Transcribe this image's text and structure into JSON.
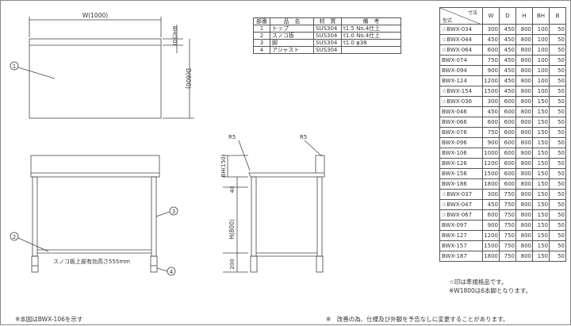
{
  "dimensions": {
    "width_label": "W(1000)",
    "bh_label": "BH(50)",
    "depth_label": "D(600)",
    "bh150_label": "BH(150)",
    "h40_label": "40",
    "height_label": "H(800)",
    "h200_label": "200",
    "r5_left": "R5",
    "r5_right": "R5"
  },
  "callouts": [
    "1",
    "2",
    "3",
    "4"
  ],
  "shelf_note": "スノコ板上部有効高さ555mm",
  "parts_table": {
    "headers": [
      "部番",
      "品　名",
      "材　質",
      "備　考"
    ],
    "rows": [
      [
        "1",
        "トップ",
        "SUS304",
        "t1.5 No.4仕上"
      ],
      [
        "2",
        "スノコ板",
        "SUS304",
        "t1.0 No.4仕上"
      ],
      [
        "3",
        "脚",
        "SUS304",
        "t1.0 φ38"
      ],
      [
        "4",
        "アジャスト",
        "SUS304",
        ""
      ]
    ]
  },
  "model_table": {
    "corner_top": "寸法",
    "corner_bottom": "型式",
    "headers": [
      "W",
      "D",
      "H",
      "BH",
      "B"
    ],
    "rows": [
      [
        "☆BWX-034",
        "300",
        "450",
        "800",
        "100",
        "50"
      ],
      [
        "☆BWX-044",
        "450",
        "450",
        "800",
        "100",
        "50"
      ],
      [
        "☆BWX-064",
        "600",
        "450",
        "800",
        "100",
        "50"
      ],
      [
        "BWX-074",
        "750",
        "450",
        "800",
        "100",
        "50"
      ],
      [
        "BWX-094",
        "900",
        "450",
        "800",
        "100",
        "50"
      ],
      [
        "BWX-124",
        "1200",
        "450",
        "800",
        "100",
        "50"
      ],
      [
        "☆BWX-154",
        "1500",
        "450",
        "800",
        "100",
        "50"
      ],
      [
        "☆BWX-036",
        "300",
        "600",
        "800",
        "150",
        "50"
      ],
      [
        "BWX-046",
        "450",
        "600",
        "800",
        "150",
        "50"
      ],
      [
        "BWX-066",
        "600",
        "600",
        "800",
        "150",
        "50"
      ],
      [
        "BWX-076",
        "750",
        "600",
        "800",
        "150",
        "50"
      ],
      [
        "BWX-096",
        "900",
        "600",
        "800",
        "150",
        "50"
      ],
      [
        "BWX-106",
        "1000",
        "600",
        "800",
        "150",
        "50"
      ],
      [
        "BWX-126",
        "1200",
        "600",
        "800",
        "150",
        "50"
      ],
      [
        "BWX-156",
        "1500",
        "600",
        "800",
        "150",
        "50"
      ],
      [
        "BWX-186",
        "1800",
        "600",
        "800",
        "150",
        "50"
      ],
      [
        "☆BWX-037",
        "300",
        "750",
        "800",
        "150",
        "50"
      ],
      [
        "☆BWX-047",
        "450",
        "750",
        "800",
        "150",
        "50"
      ],
      [
        "☆BWX-067",
        "600",
        "750",
        "800",
        "150",
        "50"
      ],
      [
        "BWX-097",
        "900",
        "750",
        "800",
        "150",
        "50"
      ],
      [
        "BWX-127",
        "1200",
        "750",
        "800",
        "150",
        "50"
      ],
      [
        "BWX-157",
        "1500",
        "750",
        "800",
        "150",
        "50"
      ],
      [
        "BWX-187",
        "1800",
        "750",
        "800",
        "150",
        "50"
      ]
    ]
  },
  "notes": {
    "mark_note": "☆印は準規格品です。",
    "w1800_note": "※W1800は6本脚となります。",
    "figure_note": "※本図はBWX-106を示す",
    "disclaimer": "※　改善の為、仕様及び外観を予告なしに変更することがあります。"
  }
}
